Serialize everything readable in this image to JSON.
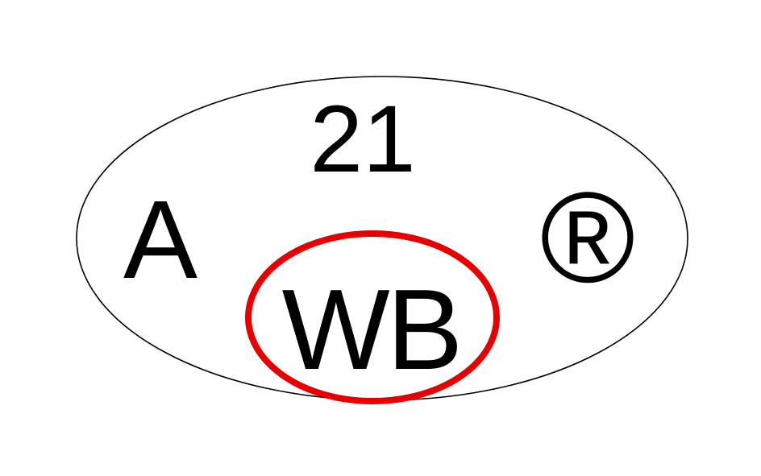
{
  "mark": {
    "number": "21",
    "left_letter": "A",
    "center_letters": "WB",
    "registered_symbol": "®"
  },
  "colors": {
    "outline": "#000000",
    "text": "#000000",
    "highlight": "#e60000",
    "background": "#ffffff"
  }
}
